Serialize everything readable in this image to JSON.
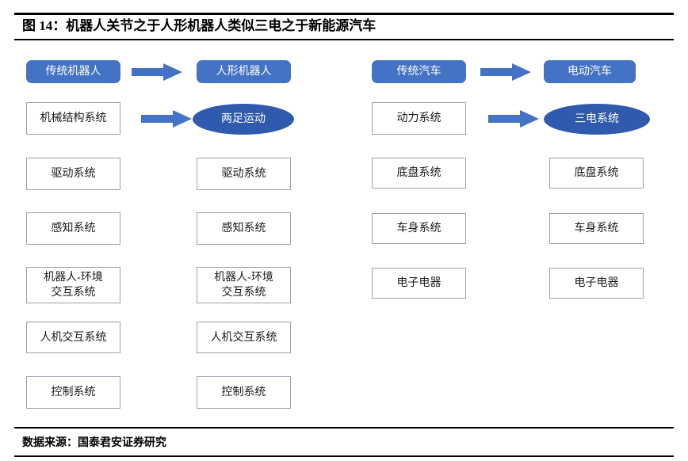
{
  "figure": {
    "title": "图 14：机器人关节之于人形机器人类似三电之于新能源汽车",
    "source": "数据来源：国泰君安证券研究"
  },
  "colors": {
    "accent_blue": "#4472C4",
    "ellipse_blue": "#2F5AAD",
    "box_border": "#9AA3B0",
    "rule_black": "#000000",
    "text_dark": "#1A1A1A"
  },
  "diagram": {
    "type": "comparison-flow",
    "left_group": {
      "header_from": "传统机器人",
      "header_to": "人形机器人",
      "highlight_from": "机械结构系统",
      "highlight_to": "两足运动",
      "from_items": [
        "驱动系统",
        "感知系统",
        "机器人-环境\n交互系统",
        "人机交互系统",
        "控制系统"
      ],
      "to_items": [
        "驱动系统",
        "感知系统",
        "机器人-环境\n交互系统",
        "人机交互系统",
        "控制系统"
      ]
    },
    "right_group": {
      "header_from": "传统汽车",
      "header_to": "电动汽车",
      "highlight_from": "动力系统",
      "highlight_to": "三电系统",
      "from_items": [
        "底盘系统",
        "车身系统",
        "电子电器"
      ],
      "to_items": [
        "底盘系统",
        "车身系统",
        "电子电器"
      ]
    },
    "arrows": [
      {
        "name": "arrow-left-header",
        "from": "传统机器人",
        "to": "人形机器人"
      },
      {
        "name": "arrow-left-highlight",
        "from": "机械结构系统",
        "to": "两足运动"
      },
      {
        "name": "arrow-right-header",
        "from": "传统汽车",
        "to": "电动汽车"
      },
      {
        "name": "arrow-right-highlight",
        "from": "动力系统",
        "to": "三电系统"
      }
    ]
  }
}
